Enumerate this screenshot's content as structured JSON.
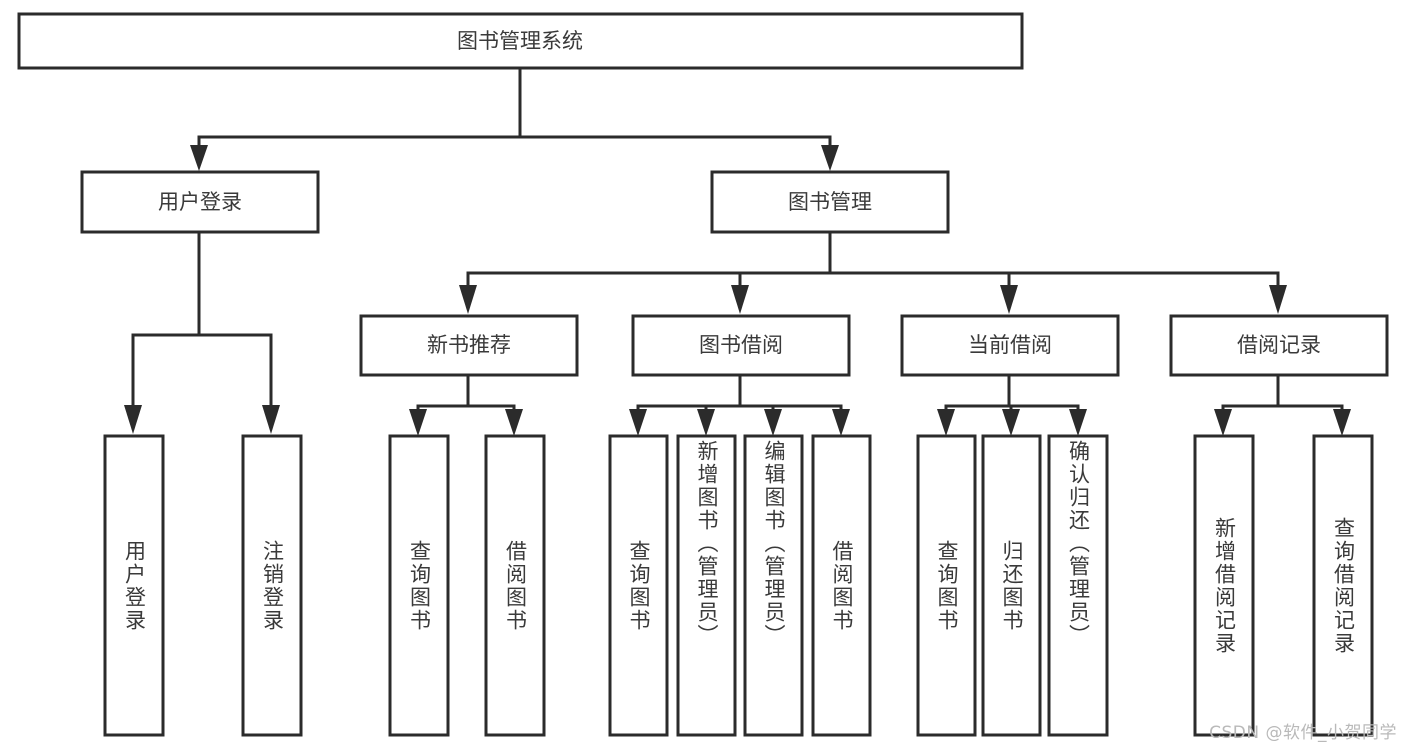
{
  "diagram": {
    "title": "图书管理系统",
    "type": "tree-hierarchy",
    "watermark": "CSDN @软件_小贺同学",
    "colors": {
      "stroke": "#2b2b2b",
      "text": "#3a3a3a",
      "background": "#ffffff",
      "watermark": "#b9b9b9"
    },
    "nodes": {
      "root": {
        "label": "图书管理系统",
        "level": 0
      },
      "level1": [
        {
          "id": "user-login",
          "label": "用户登录"
        },
        {
          "id": "book-manage",
          "label": "图书管理"
        }
      ],
      "level2": [
        {
          "id": "new-book-recommend",
          "label": "新书推荐",
          "parent": "book-manage"
        },
        {
          "id": "book-borrow",
          "label": "图书借阅",
          "parent": "book-manage"
        },
        {
          "id": "current-borrow",
          "label": "当前借阅",
          "parent": "book-manage"
        },
        {
          "id": "borrow-record",
          "label": "借阅记录",
          "parent": "book-manage"
        }
      ],
      "leaves": {
        "user-login": [
          {
            "id": "leaf-user-login",
            "label": "用户登录"
          },
          {
            "id": "leaf-user-logout",
            "label": "注销登录"
          }
        ],
        "new-book-recommend": [
          {
            "id": "leaf-query-book-1",
            "label": "查询图书"
          },
          {
            "id": "leaf-borrow-book-1",
            "label": "借阅图书"
          }
        ],
        "book-borrow": [
          {
            "id": "leaf-query-book-2",
            "label": "查询图书"
          },
          {
            "id": "leaf-add-book",
            "label": "新增图书（管理员）"
          },
          {
            "id": "leaf-edit-book",
            "label": "编辑图书（管理员）"
          },
          {
            "id": "leaf-borrow-book-2",
            "label": "借阅图书"
          }
        ],
        "current-borrow": [
          {
            "id": "leaf-query-book-3",
            "label": "查询图书"
          },
          {
            "id": "leaf-return-book",
            "label": "归还图书"
          },
          {
            "id": "leaf-confirm-return",
            "label": "确认归还（管理员）"
          }
        ],
        "borrow-record": [
          {
            "id": "leaf-add-record",
            "label": "新增借阅记录"
          },
          {
            "id": "leaf-query-record",
            "label": "查询借阅记录"
          }
        ]
      }
    }
  }
}
